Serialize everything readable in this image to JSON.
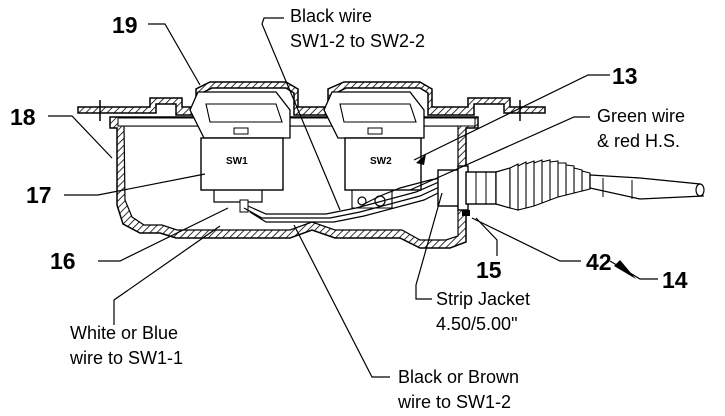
{
  "callouts": {
    "c19": "19",
    "c18": "18",
    "c17": "17",
    "c16": "16",
    "c13": "13",
    "c14": "14",
    "c15": "15",
    "c42": "42"
  },
  "switches": {
    "sw1": "SW1",
    "sw2": "SW2"
  },
  "labels": {
    "black_wire_sw1_sw2": [
      "Black wire",
      "SW1-2 to SW2-2"
    ],
    "green_wire": [
      "Green wire",
      "& red H.S."
    ],
    "strip_jacket": [
      "Strip Jacket",
      "4.50/5.00\""
    ],
    "white_blue_wire": [
      "White or Blue",
      "wire to SW1-1"
    ],
    "black_brown_wire": [
      "Black or Brown",
      "wire to SW1-2"
    ]
  }
}
